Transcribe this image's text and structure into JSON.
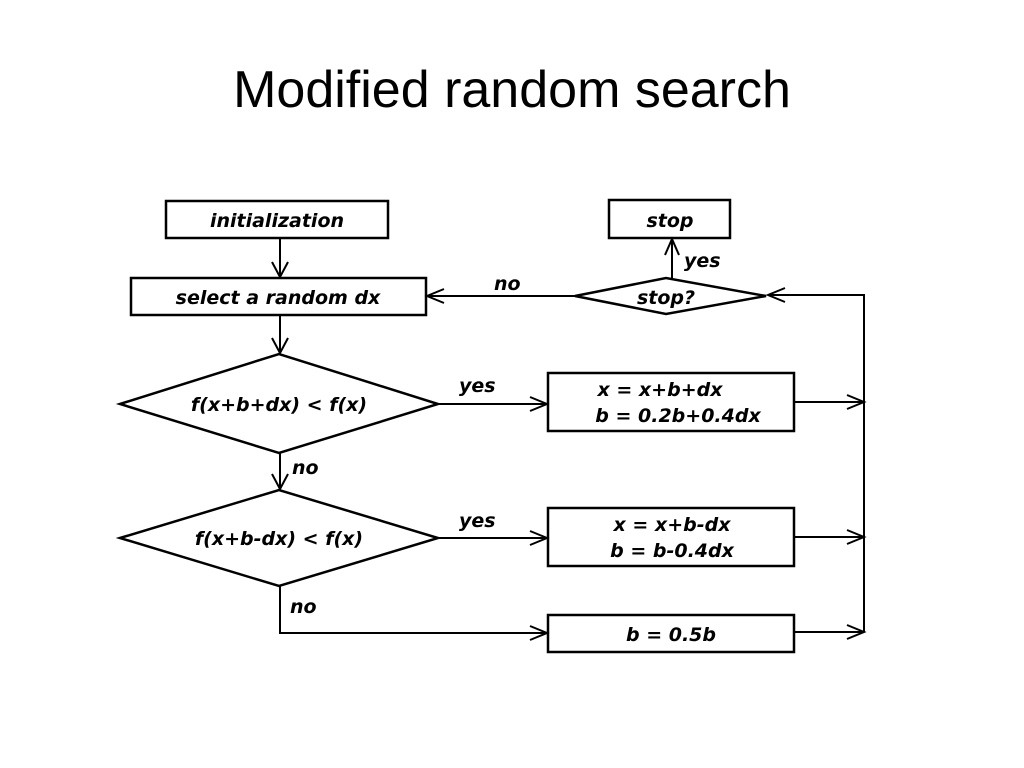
{
  "title": "Modified random search",
  "nodes": {
    "init": "initialization",
    "select": "select a random dx",
    "stop": "stop",
    "stop_q": "stop?",
    "cond1": "f(x+b+dx) < f(x)",
    "cond2": "f(x+b-dx) < f(x)",
    "update1_line1": "x = x+b+dx",
    "update1_line2": "b = 0.2b+0.4dx",
    "update2_line1": "x = x+b-dx",
    "update2_line2": "b = b-0.4dx",
    "update3": "b = 0.5b"
  },
  "edge_labels": {
    "stop_yes": "yes",
    "stop_no": "no",
    "cond1_yes": "yes",
    "cond1_no": "no",
    "cond2_yes": "yes",
    "cond2_no": "no"
  }
}
